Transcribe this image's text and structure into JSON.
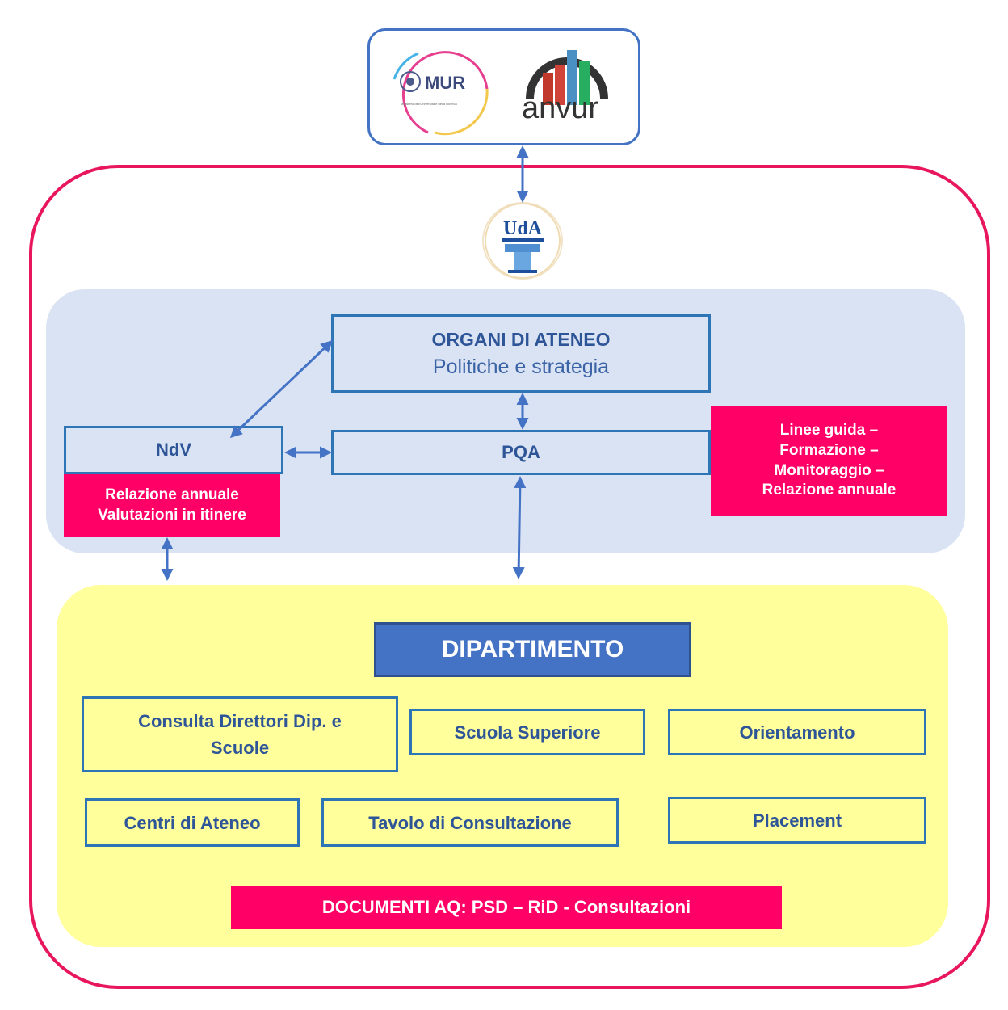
{
  "logos": {
    "mur_text": "MUR",
    "mur_subtext": "Ministero dell'Università e della Ricerca",
    "anvur_text": "anvur",
    "uda_text": "UdA"
  },
  "governance": {
    "organi_title": "ORGANI DI ATENEO",
    "organi_subtitle": "Politiche e strategia",
    "ndv_label": "NdV",
    "ndv_note_line1": "Relazione annuale",
    "ndv_note_line2": "Valutazioni in itinere",
    "pqa_label": "PQA",
    "pqa_note_line1": "Linee guida –",
    "pqa_note_line2": "Formazione –",
    "pqa_note_line3": "Monitoraggio –",
    "pqa_note_line4": "Relazione annuale"
  },
  "department": {
    "title": "DIPARTIMENTO",
    "consulta_line1": "Consulta Direttori Dip. e",
    "consulta_line2": "Scuole",
    "scuola_superiore": "Scuola Superiore",
    "orientamento": "Orientamento",
    "centri": "Centri di Ateneo",
    "tavolo": "Tavolo di Consultazione",
    "placement": "Placement",
    "documenti": "DOCUMENTI AQ: PSD – RiD - Consultazioni"
  },
  "colors": {
    "frame_pink": "#e8175d",
    "accent_pink": "#ff0066",
    "box_blue": "#2e75b6",
    "header_blue": "#4472c4",
    "panel_grey_blue": "#dae3f3",
    "panel_yellow": "#ffff9b"
  }
}
